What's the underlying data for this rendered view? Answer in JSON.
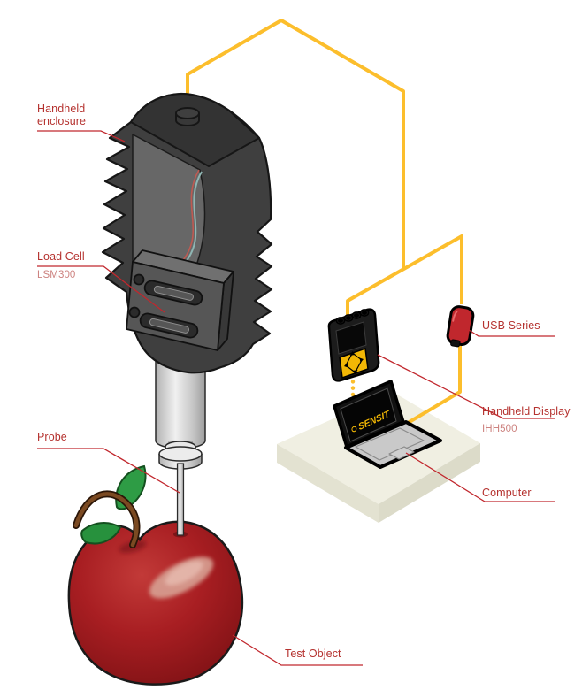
{
  "labels": {
    "handheld_enclosure": "Handheld enclosure",
    "load_cell": "Load Cell",
    "load_cell_model": "LSM300",
    "probe": "Probe",
    "test_object": "Test Object",
    "usb_series": "USB Series",
    "handheld_display": "Handheld Display",
    "handheld_display_model": "IHH500",
    "computer": "Computer"
  },
  "laptop": {
    "screen_logo": "SENSIT"
  },
  "colors": {
    "leader_red": "#C1272D",
    "label_red": "#B5322F",
    "model_red": "#CD8380",
    "cable_yellow": "#FCBE2C",
    "keypad_yellow": "#F2B705",
    "usb_red": "#C0272D",
    "apple_red": "#A81E22",
    "leaf_green": "#2E9C45",
    "stem_brown": "#7B4A22",
    "platform_cream": "#F0EFE2",
    "enclosure_gray": "#3F3F3F"
  }
}
